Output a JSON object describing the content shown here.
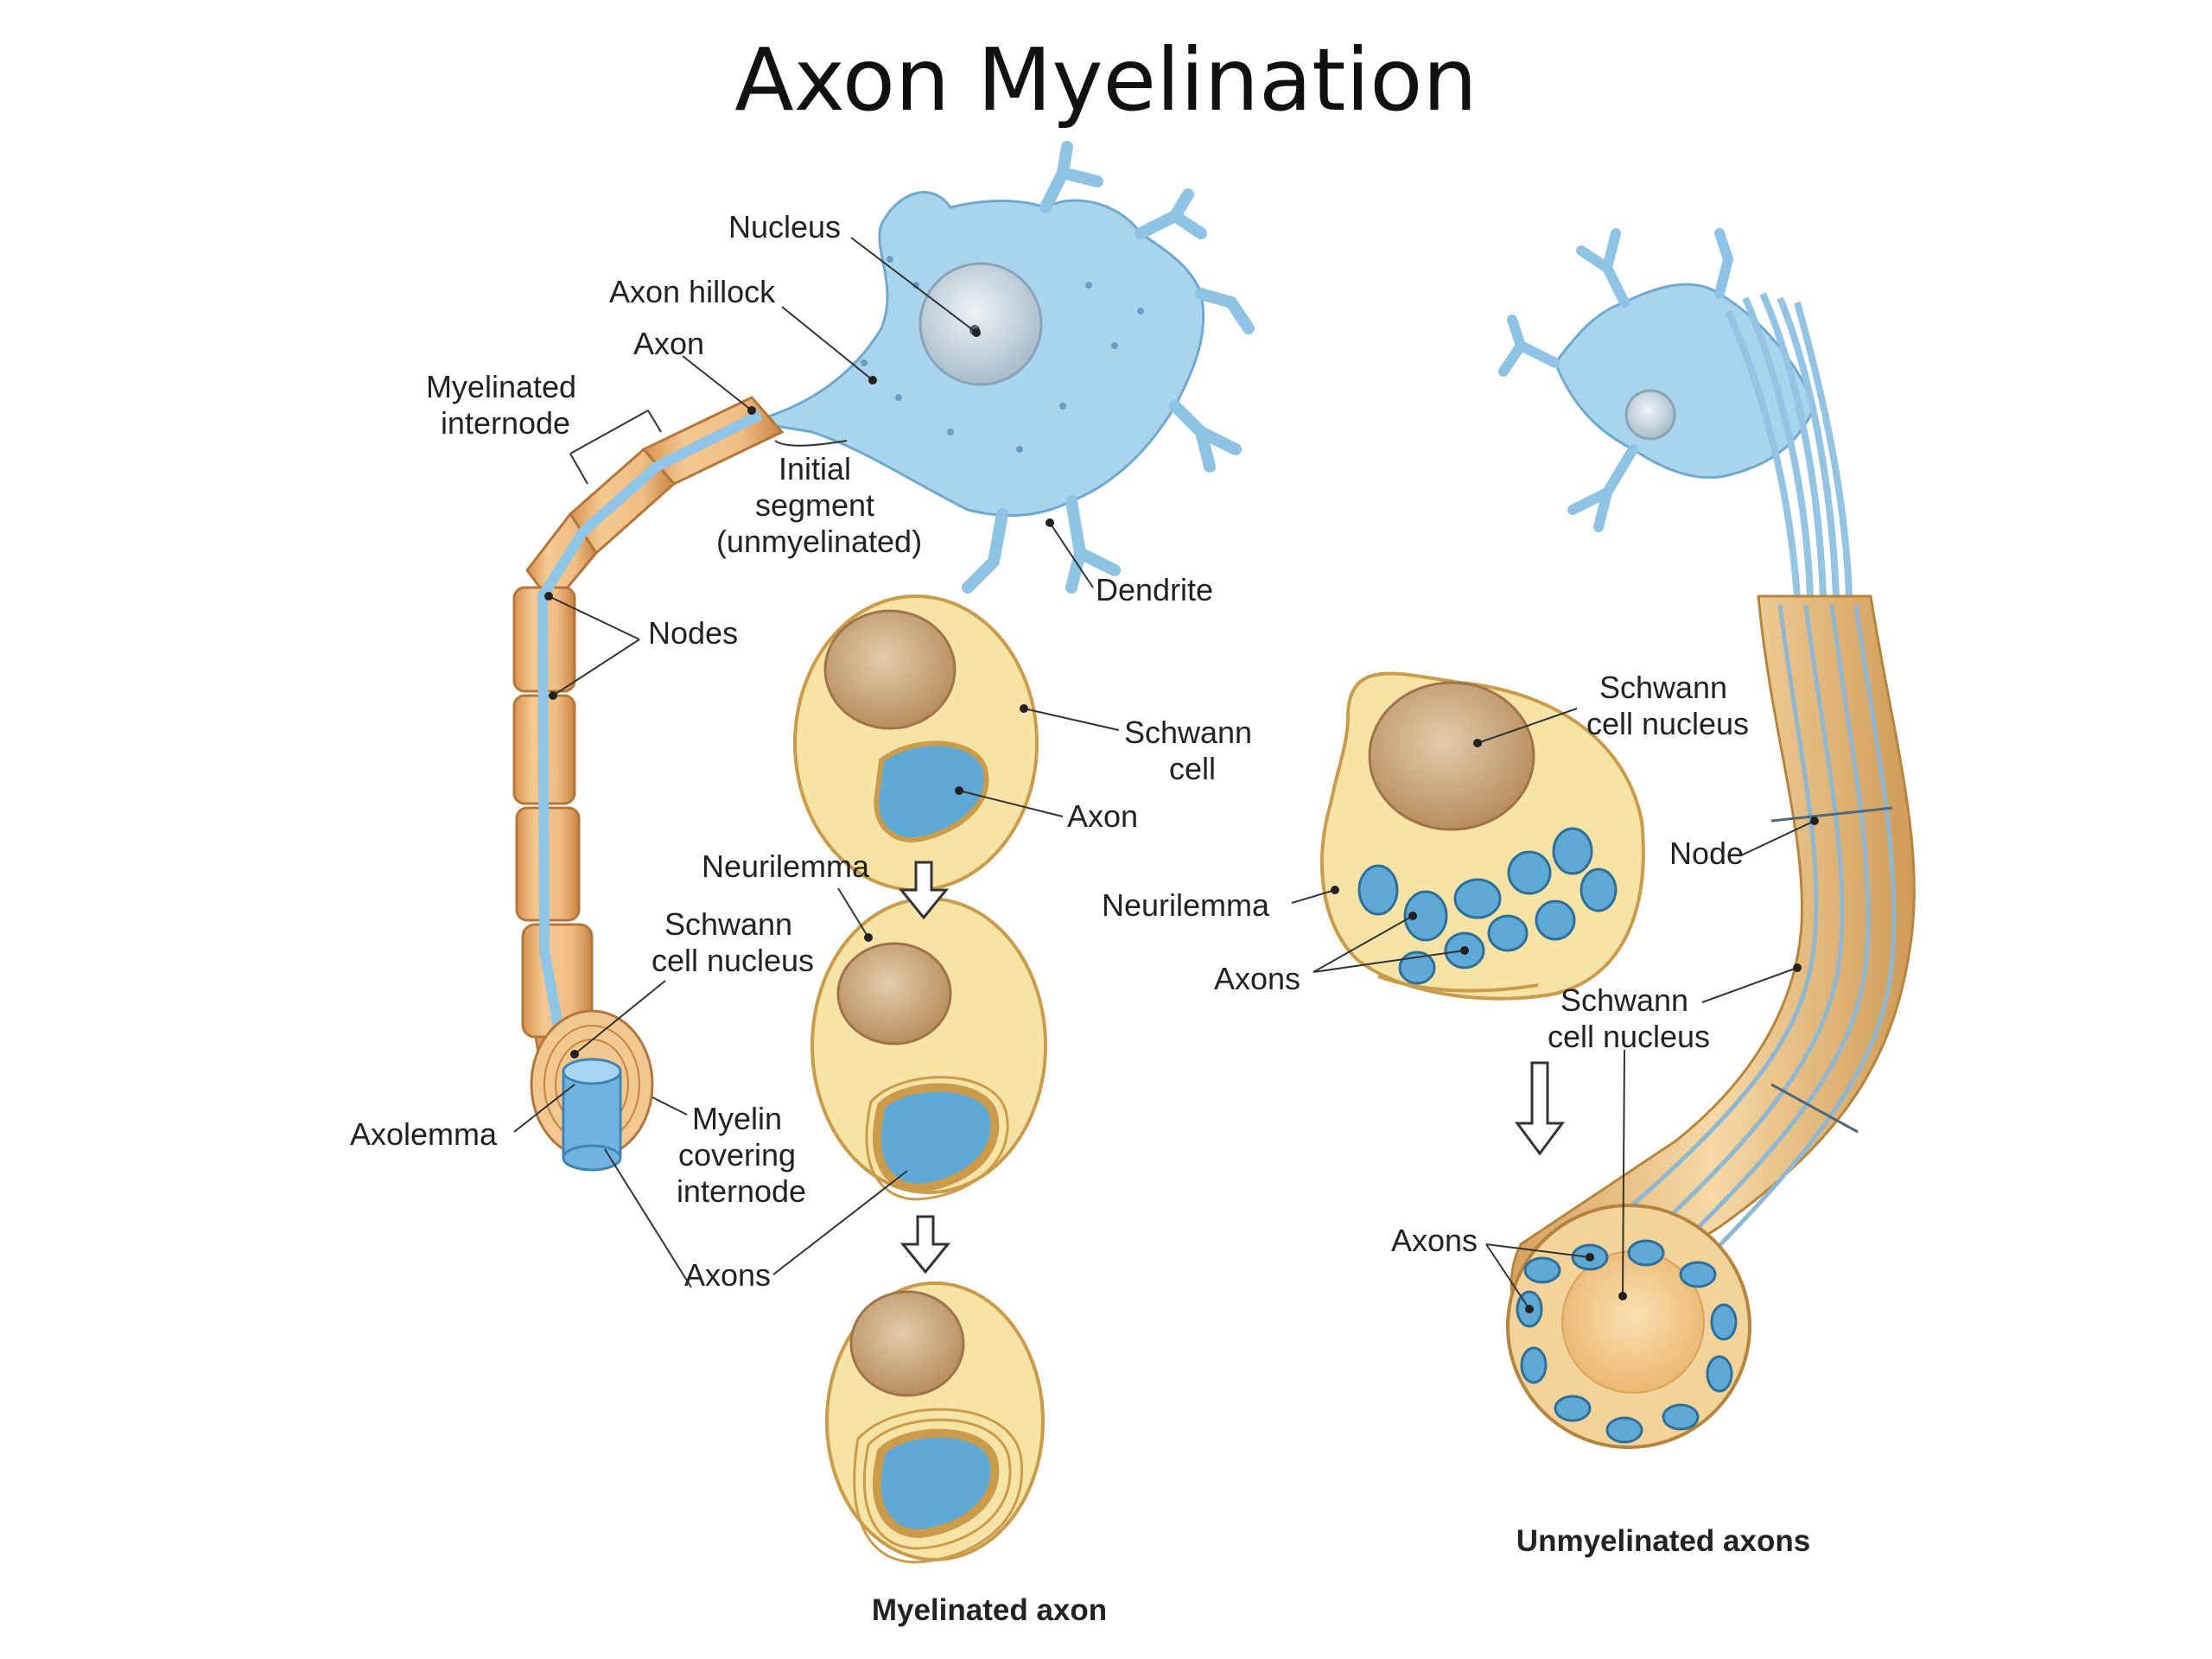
{
  "title": "Axon Myelination",
  "colors": {
    "neuron_blue": "#a9d4ee",
    "neuron_blue_dark": "#6fa9cf",
    "schwann_yellow": "#f8e3a6",
    "schwann_outline": "#c99b4b",
    "nucleus_brown": "#c9a478",
    "axon_blue": "#5ea9d6",
    "myelin_orange": "#e9b27a"
  },
  "labels": {
    "nucleus": "Nucleus",
    "axon_hillock": "Axon hillock",
    "axon_top": "Axon",
    "myelinated_internode": [
      "Myelinated",
      "internode"
    ],
    "initial_segment": [
      "Initial",
      "segment",
      "(unmyelinated)"
    ],
    "dendrite": "Dendrite",
    "nodes": "Nodes",
    "schwann_cell": [
      "Schwann",
      "cell"
    ],
    "axon_mid": "Axon",
    "neurilemma_left": "Neurilemma",
    "schwann_cell_nucleus_left": [
      "Schwann",
      "cell nucleus"
    ],
    "axolemma": "Axolemma",
    "myelin_covering": [
      "Myelin",
      "covering",
      "internode"
    ],
    "axons_left": "Axons",
    "schwann_cell_nucleus_right_top": [
      "Schwann",
      "cell nucleus"
    ],
    "neurilemma_right": "Neurilemma",
    "axons_right_top": "Axons",
    "node_right": "Node",
    "schwann_cell_nucleus_right_bottom": [
      "Schwann",
      "cell nucleus"
    ],
    "axons_right_bottom": "Axons"
  },
  "captions": {
    "myelinated": "Myelinated axon",
    "unmyelinated": "Unmyelinated axons"
  }
}
